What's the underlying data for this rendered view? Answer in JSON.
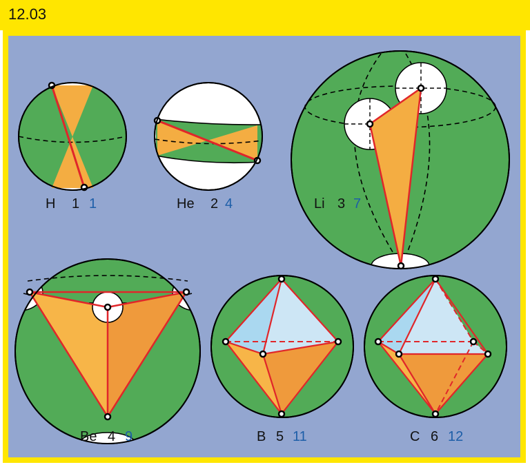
{
  "header": {
    "page_number": "12.03"
  },
  "colors": {
    "frame_yellow": "#ffe600",
    "panel_blue": "#93a6d0",
    "sphere_green": "#52ab57",
    "bond_orange": "#f4ad42",
    "face_light_blue": "#cde6f5",
    "bond_red": "#e0262a",
    "number_blue": "#1d5ea8"
  },
  "elements": [
    {
      "symbol": "H",
      "atomic_number": "1",
      "count": "1"
    },
    {
      "symbol": "He",
      "atomic_number": "2",
      "count": "4"
    },
    {
      "symbol": "Li",
      "atomic_number": "3",
      "count": "7"
    },
    {
      "symbol": "Be",
      "atomic_number": "4",
      "count": "9"
    },
    {
      "symbol": "B",
      "atomic_number": "5",
      "count": "11"
    },
    {
      "symbol": "C",
      "atomic_number": "6",
      "count": "12"
    }
  ]
}
